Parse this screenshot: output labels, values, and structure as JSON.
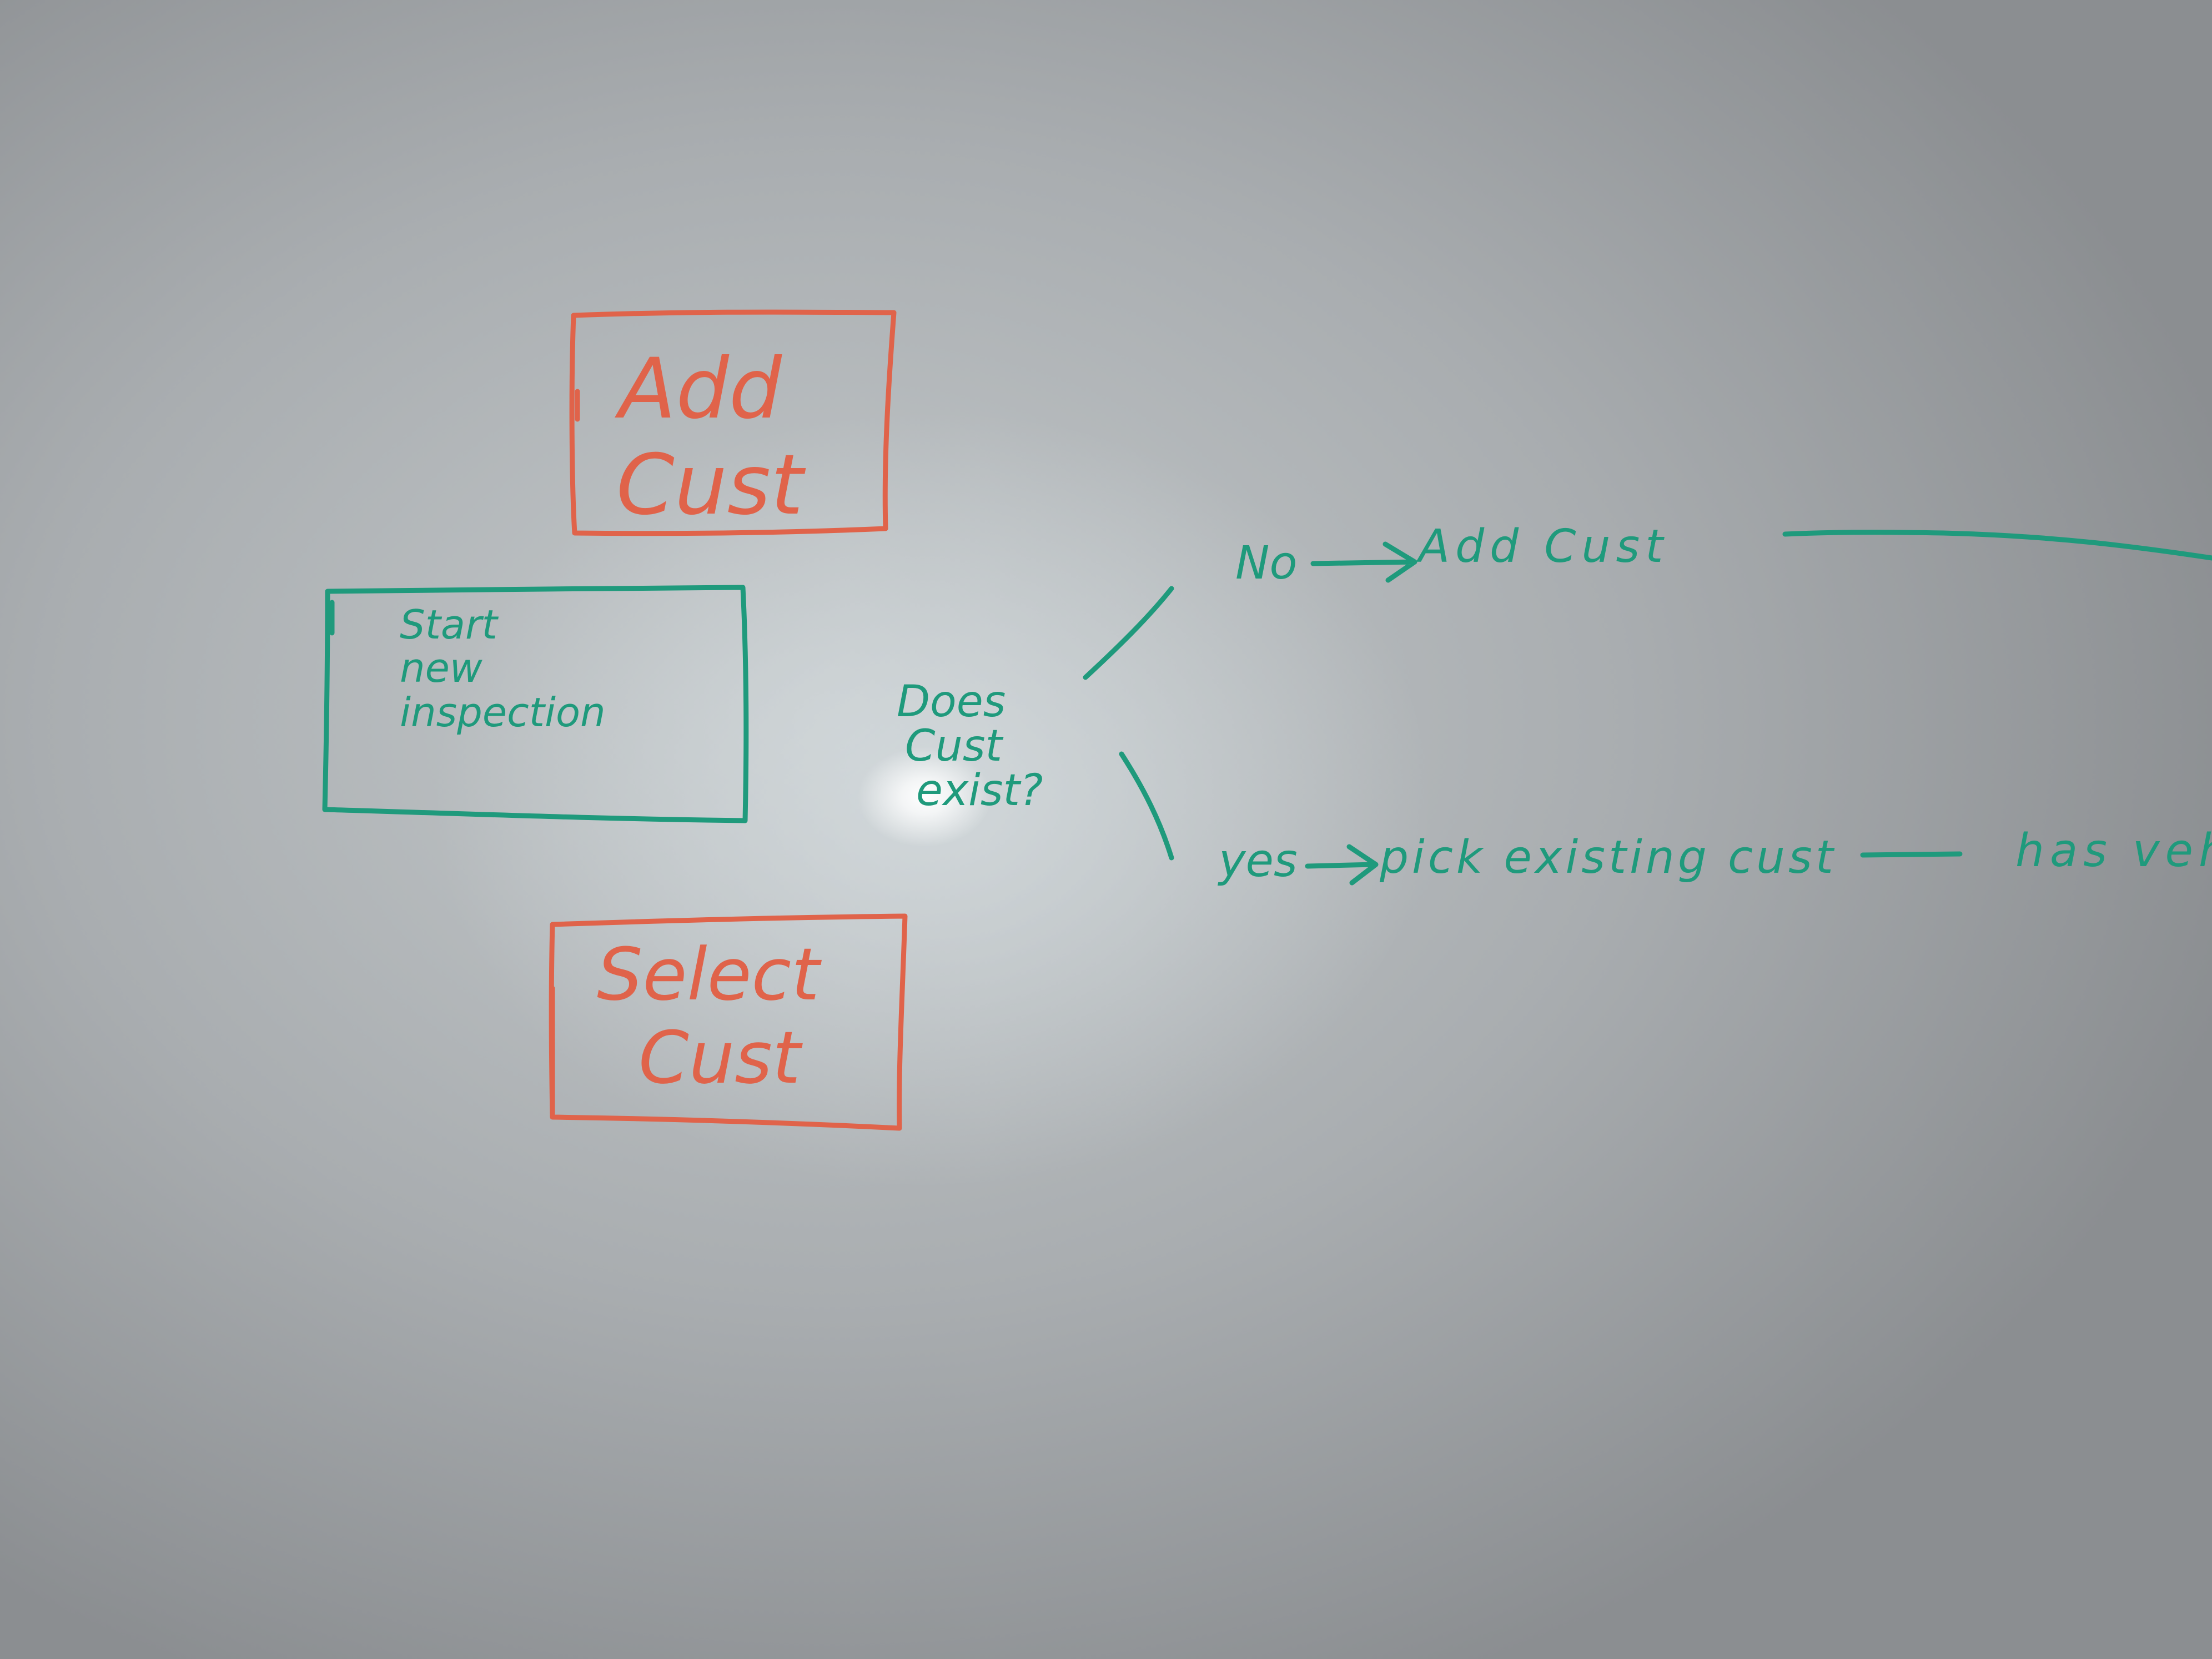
{
  "colors": {
    "green_marker": "#1f9a7c",
    "red_marker": "#e0634a",
    "board": "#b7bcbe"
  },
  "nodes": {
    "add_cust": {
      "line1": "Add",
      "line2": "Cust"
    },
    "start": {
      "line1": "Start",
      "line2": "new",
      "line3": "inspection"
    },
    "select_cust": {
      "line1": "Select",
      "line2": "Cust"
    },
    "decision": {
      "line1": "Does",
      "line2": "Cust",
      "line3": "exist?"
    }
  },
  "branches": {
    "no": {
      "label": "No",
      "target": "Add Cust"
    },
    "yes": {
      "label": "yes",
      "target": "pick existing cust",
      "continuation": "has vehi"
    }
  }
}
